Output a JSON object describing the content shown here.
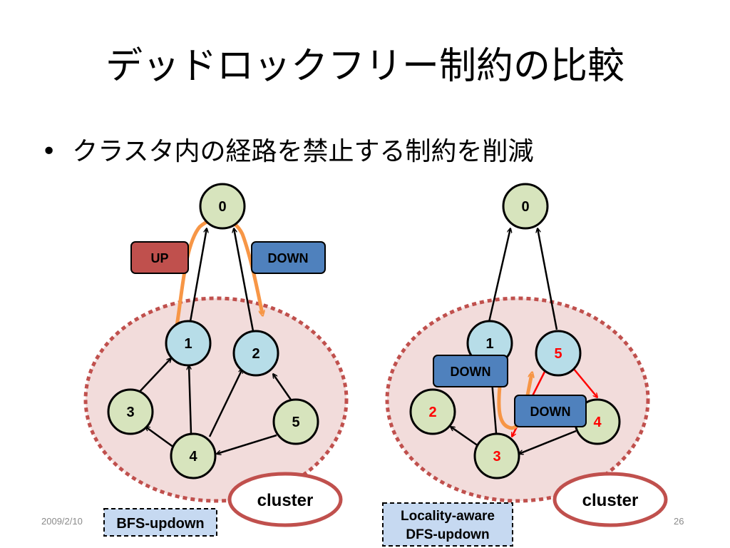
{
  "slide": {
    "title": "デッドロックフリー制約の比較",
    "bullet": "クラスタ内の経路を禁止する制約を削減",
    "footer_date": "2009/2/10",
    "page_number": "26"
  },
  "colors": {
    "node_green": "#d7e4bd",
    "node_blue": "#b7dde8",
    "cluster_fill": "#f2dcdb",
    "cluster_border": "#c0504d",
    "up_box": "#c0504d",
    "down_box": "#4f81bd",
    "path_orange": "#f79646",
    "red_text": "#ff0000",
    "method_box": "#c6d9f1"
  },
  "diagrams": [
    {
      "method_label": "BFS-updown",
      "cluster_label": "cluster",
      "nodes": [
        {
          "id": "n0",
          "label": "0",
          "fill": "green",
          "text_color": "black"
        },
        {
          "id": "n1",
          "label": "1",
          "fill": "blue",
          "text_color": "black"
        },
        {
          "id": "n2",
          "label": "2",
          "fill": "blue",
          "text_color": "black"
        },
        {
          "id": "n3",
          "label": "3",
          "fill": "green",
          "text_color": "black"
        },
        {
          "id": "n4",
          "label": "4",
          "fill": "green",
          "text_color": "black"
        },
        {
          "id": "n5",
          "label": "5",
          "fill": "green",
          "text_color": "black"
        }
      ],
      "direction_labels": [
        {
          "id": "up",
          "label": "UP",
          "color": "up_box"
        },
        {
          "id": "down",
          "label": "DOWN",
          "color": "down_box"
        }
      ]
    },
    {
      "method_label": "Locality-aware\nDFS-updown",
      "method_label_lines": [
        "Locality-aware",
        "DFS-updown"
      ],
      "cluster_label": "cluster",
      "nodes": [
        {
          "id": "n0",
          "label": "0",
          "fill": "green",
          "text_color": "black"
        },
        {
          "id": "n1",
          "label": "1",
          "fill": "blue",
          "text_color": "black"
        },
        {
          "id": "n5",
          "label": "5",
          "fill": "blue",
          "text_color": "red"
        },
        {
          "id": "n2",
          "label": "2",
          "fill": "green",
          "text_color": "red"
        },
        {
          "id": "n4",
          "label": "4",
          "fill": "green",
          "text_color": "red"
        },
        {
          "id": "n3",
          "label": "3",
          "fill": "green",
          "text_color": "red"
        }
      ],
      "direction_labels": [
        {
          "id": "down1",
          "label": "DOWN",
          "color": "down_box"
        },
        {
          "id": "down2",
          "label": "DOWN",
          "color": "down_box"
        }
      ]
    }
  ]
}
